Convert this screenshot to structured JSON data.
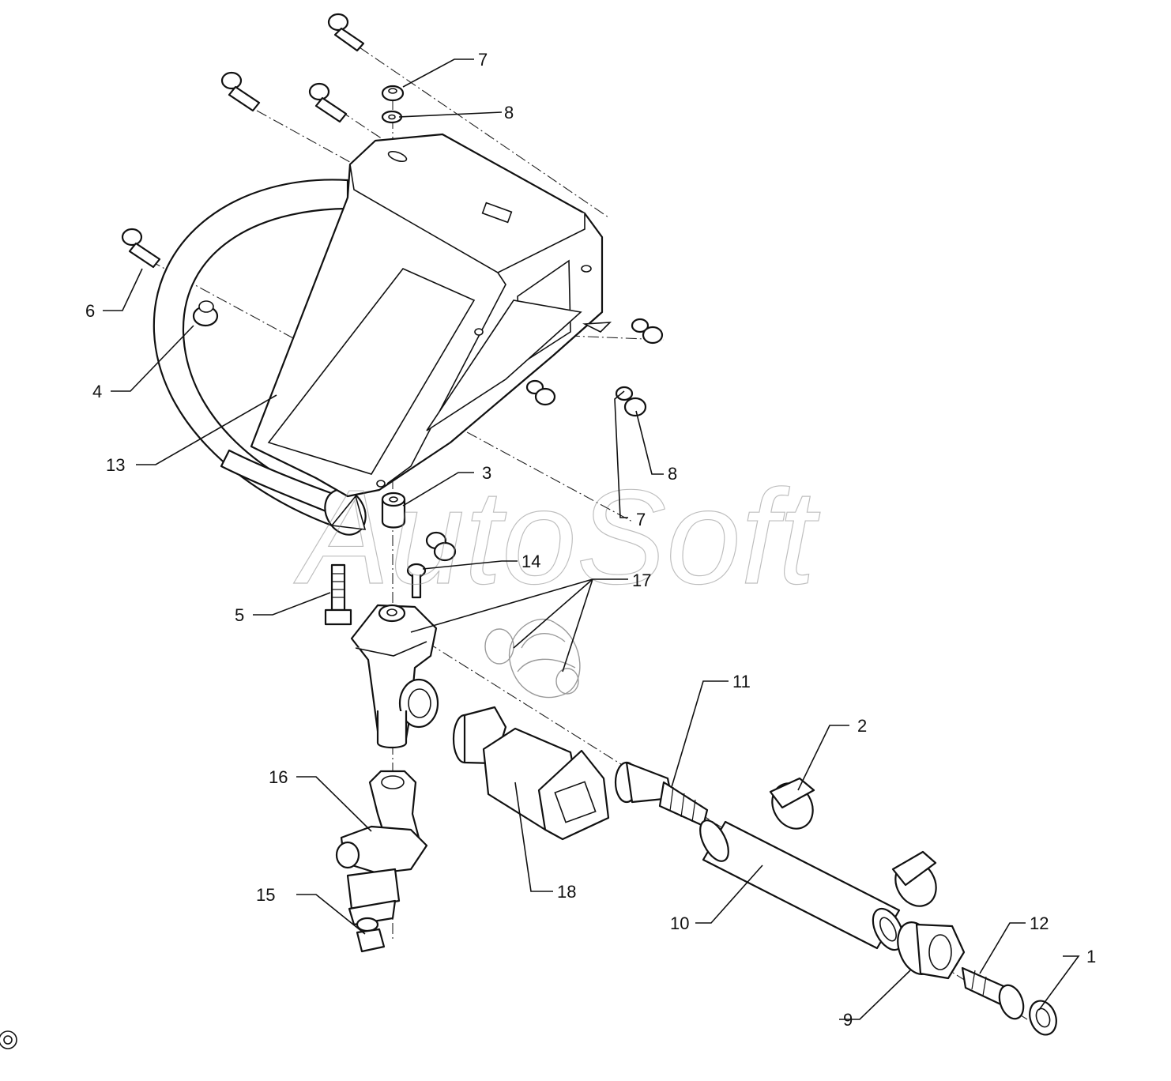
{
  "diagram": {
    "watermark": "AutoSoft",
    "callouts": [
      {
        "id": "c1",
        "label": "1"
      },
      {
        "id": "c2",
        "label": "2"
      },
      {
        "id": "c3",
        "label": "3"
      },
      {
        "id": "c4",
        "label": "4"
      },
      {
        "id": "c5",
        "label": "5"
      },
      {
        "id": "c6",
        "label": "6"
      },
      {
        "id": "c7a",
        "label": "7"
      },
      {
        "id": "c7b",
        "label": "7"
      },
      {
        "id": "c8a",
        "label": "8"
      },
      {
        "id": "c8b",
        "label": "8"
      },
      {
        "id": "c9",
        "label": "9"
      },
      {
        "id": "c10",
        "label": "10"
      },
      {
        "id": "c11",
        "label": "11"
      },
      {
        "id": "c12",
        "label": "12"
      },
      {
        "id": "c13",
        "label": "13"
      },
      {
        "id": "c14",
        "label": "14"
      },
      {
        "id": "c15",
        "label": "15"
      },
      {
        "id": "c16",
        "label": "16"
      },
      {
        "id": "c17",
        "label": "17"
      },
      {
        "id": "c18",
        "label": "18"
      }
    ]
  }
}
